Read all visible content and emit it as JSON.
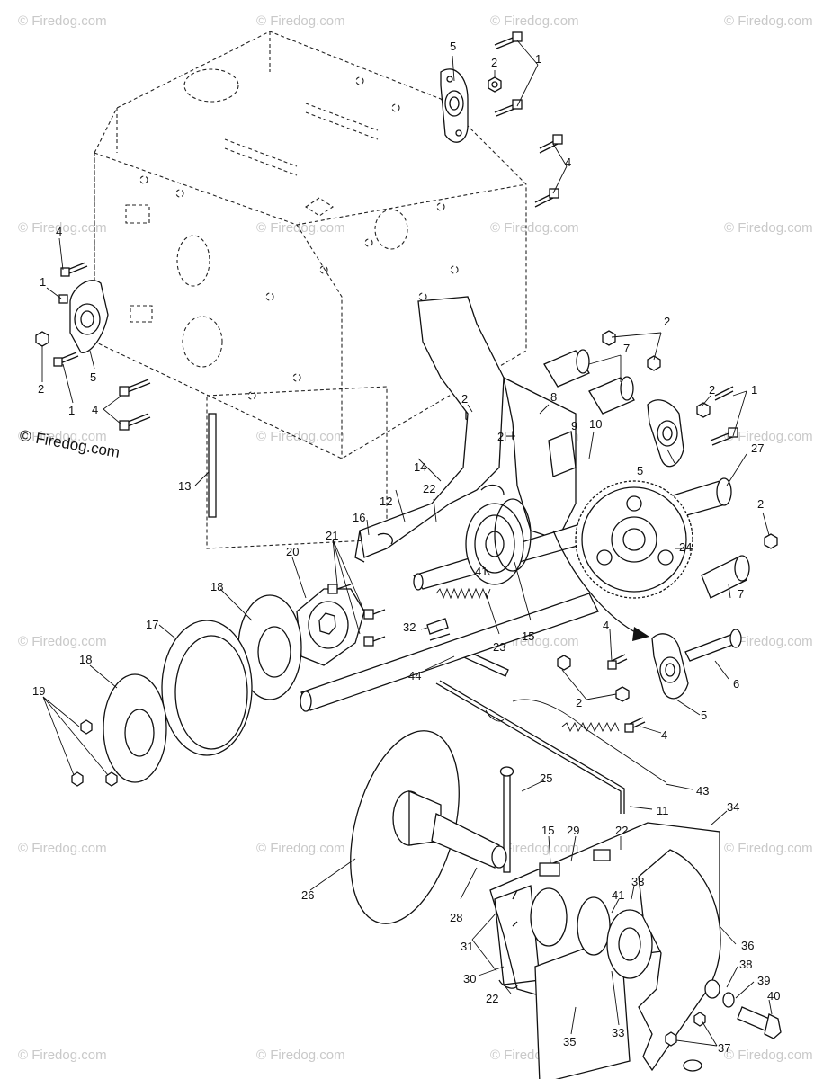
{
  "brand": {
    "copyright_symbol": "©",
    "text": "Firedog.com"
  },
  "watermark": {
    "text": "© Firedog.com"
  },
  "callouts": {
    "c1": "1",
    "c2": "2",
    "c4": "4",
    "c5": "5",
    "c6": "6",
    "c7": "7",
    "c8": "8",
    "c9": "9",
    "c10": "10",
    "c11": "11",
    "c12": "12",
    "c13": "13",
    "c14": "14",
    "c15": "15",
    "c16": "16",
    "c17": "17",
    "c18": "18",
    "c19": "19",
    "c20": "20",
    "c21": "21",
    "c22": "22",
    "c23": "23",
    "c24": "24",
    "c25": "25",
    "c26": "26",
    "c27": "27",
    "c28": "28",
    "c29": "29",
    "c30": "30",
    "c31": "31",
    "c32": "32",
    "c33": "33",
    "c34": "34",
    "c35": "35",
    "c36": "36",
    "c37": "37",
    "c38": "38",
    "c39": "39",
    "c40": "40",
    "c41": "41",
    "c43": "43",
    "c44": "44"
  }
}
